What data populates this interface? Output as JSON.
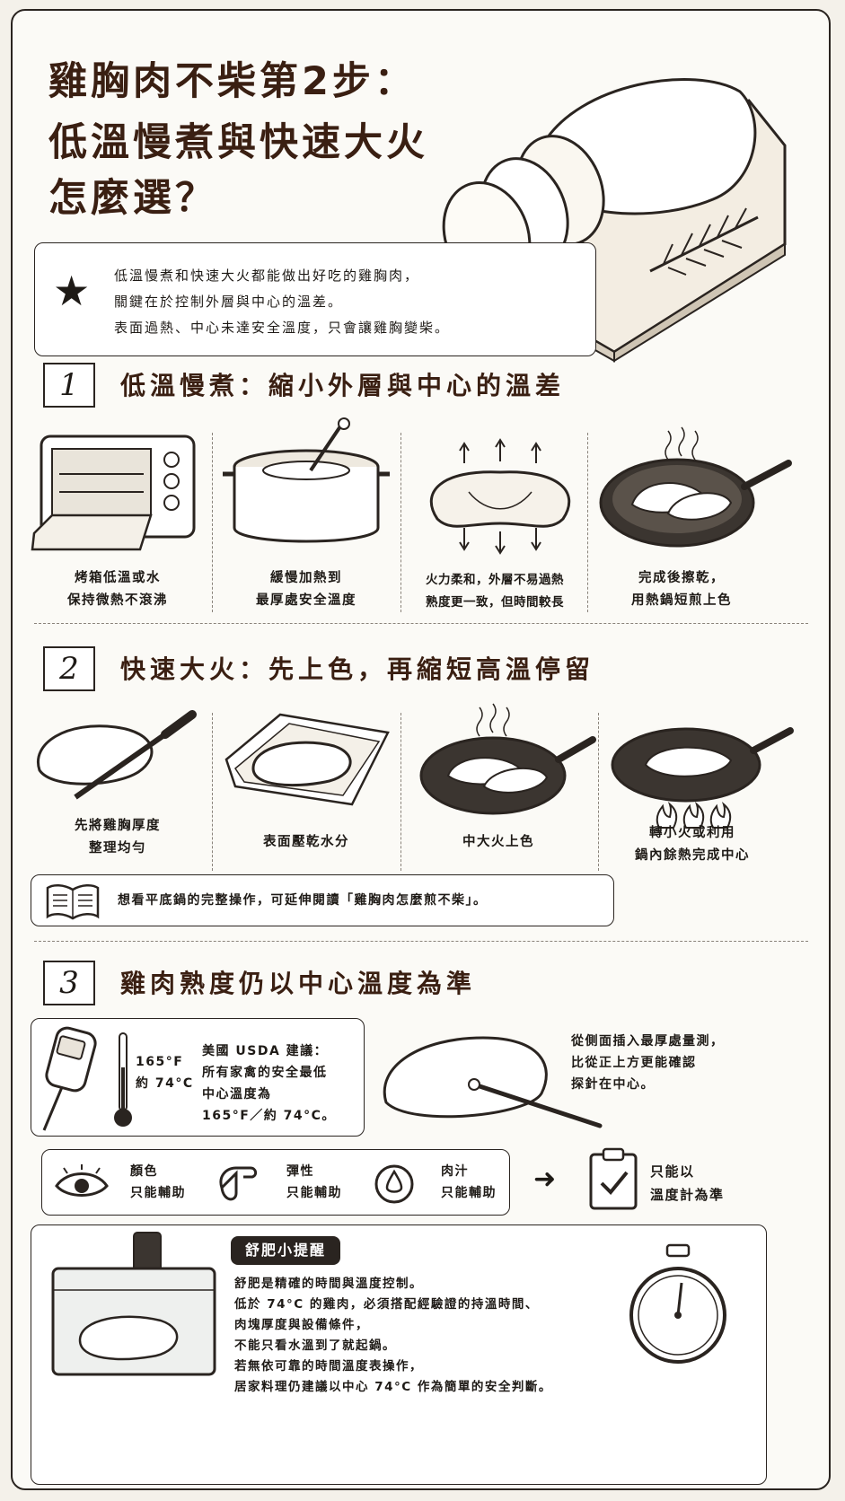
{
  "title": {
    "line1": "雞胸肉不柴第2步：",
    "line2": "低溫慢煮與快速大火",
    "line3": "怎麼選？"
  },
  "intro": {
    "icon": "star-icon",
    "lines": [
      "低溫慢煮和快速大火都能做出好吃的雞胸肉，",
      "關鍵在於控制外層與中心的溫差。",
      "表面過熱、中心未達安全溫度，只會讓雞胸變柴。"
    ]
  },
  "section1": {
    "number": "1",
    "title": "低溫慢煮：縮小外層與中心的溫差",
    "panels": [
      {
        "icon": "toaster-oven-icon",
        "lines": [
          "烤箱低溫或水",
          "保持微熱不滾沸"
        ]
      },
      {
        "icon": "pot-with-thermometer-icon",
        "lines": [
          "緩慢加熱到",
          "最厚處安全溫度"
        ]
      },
      {
        "icon": "chicken-cross-section-icon",
        "lines": [
          "火力柔和，外層不易過熱",
          "熟度更一致，但時間較長"
        ]
      },
      {
        "icon": "frying-pan-icon",
        "lines": [
          "完成後擦乾，",
          "用熱鍋短煎上色"
        ]
      }
    ]
  },
  "section2": {
    "number": "2",
    "title": "快速大火：先上色，再縮短高溫停留",
    "panels": [
      {
        "icon": "chicken-and-knife-icon",
        "lines": [
          "先將雞胸厚度",
          "整理均勻"
        ]
      },
      {
        "icon": "paper-towel-chicken-icon",
        "lines": [
          "表面壓乾水分"
        ]
      },
      {
        "icon": "searing-pan-icon",
        "lines": [
          "中大火上色"
        ]
      },
      {
        "icon": "pan-on-flame-icon",
        "lines": [
          "轉小火或利用",
          "鍋內餘熱完成中心"
        ]
      }
    ],
    "reading_tip": "想看平底鍋的完整操作，可延伸閱讀「雞胸肉怎麼煎不柴」。"
  },
  "section3": {
    "number": "3",
    "title": "雞肉熟度仍以中心溫度為準",
    "temp_f": "165°F",
    "temp_c": "約 74°C",
    "usda_lines": [
      "美國 USDA 建議：",
      "所有家禽的安全最低",
      "中心溫度為",
      "165°F／約 74°C。"
    ],
    "probe_lines": [
      "從側面插入最厚處量測，",
      "比從正上方更能確認",
      "探針在中心。"
    ],
    "indicators": [
      {
        "icon": "eye-icon",
        "label": "顏色",
        "note": "只能輔助"
      },
      {
        "icon": "pressing-hand-icon",
        "label": "彈性",
        "note": "只能輔助"
      },
      {
        "icon": "droplet-icon",
        "label": "肉汁",
        "note": "只能輔助"
      }
    ],
    "conclusion_lines": [
      "只能以",
      "溫度計為準"
    ]
  },
  "sousvide": {
    "badge": "舒肥小提醒",
    "lines": [
      "舒肥是精確的時間與溫度控制。",
      "低於 74°C 的雞肉，必須搭配經驗證的持溫時間、",
      "肉塊厚度與設備條件，",
      "不能只看水溫到了就起鍋。",
      "若無依可靠的時間溫度表操作，",
      "居家料理仍建議以中心 74°C 作為簡單的安全判斷。"
    ]
  }
}
